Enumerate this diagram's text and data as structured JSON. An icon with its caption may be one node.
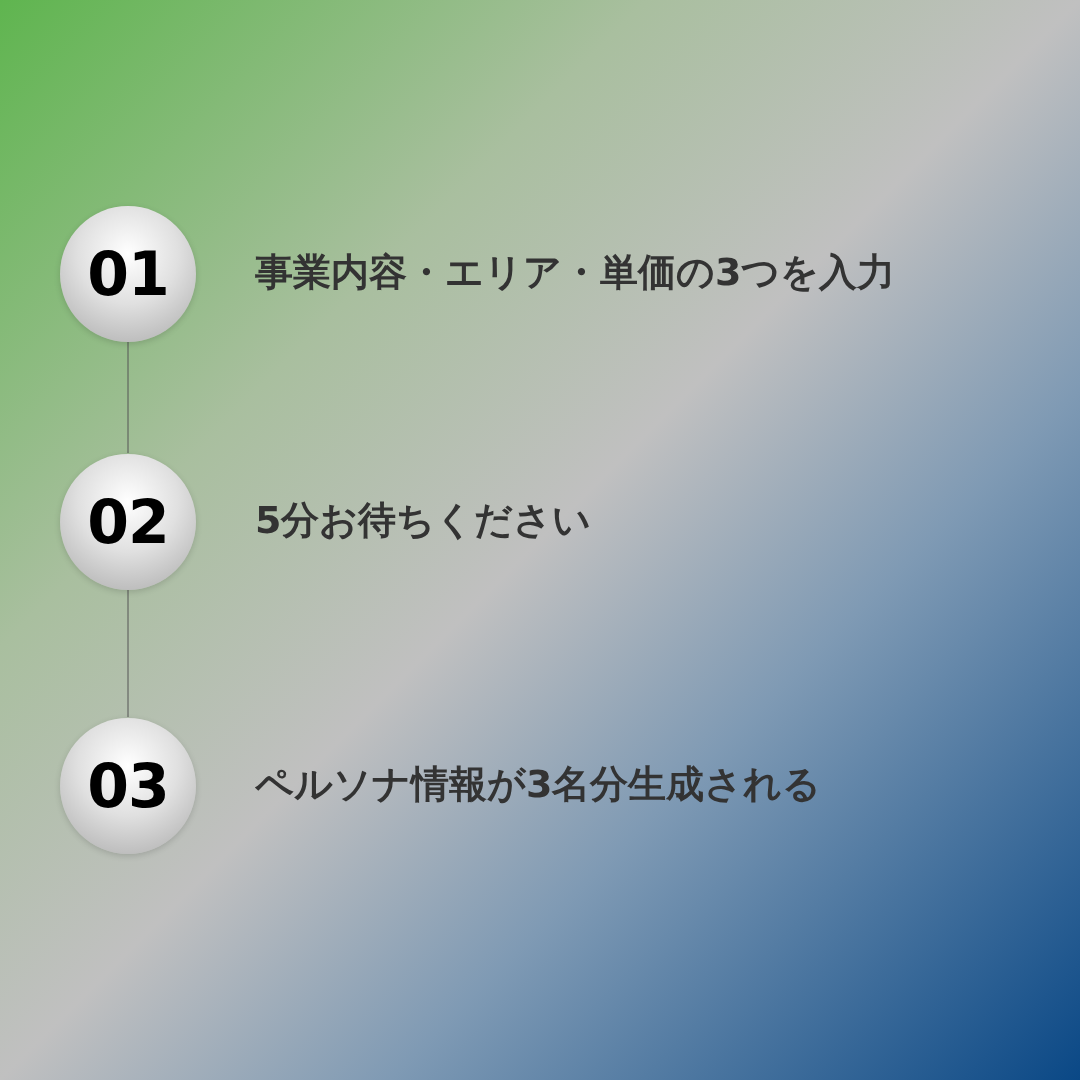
{
  "diagram": {
    "nodes": [
      {
        "text": [
          "01"
        ],
        "beside": [
          "事業内容・エリア・単価の3つを入力"
        ]
      },
      {
        "text": [
          "02"
        ],
        "beside": [
          "5分お待ちください"
        ]
      },
      {
        "text": [
          "03"
        ],
        "beside": [
          "ペルソナ情報が3名分生成される"
        ]
      }
    ],
    "edges": [
      {
        "from": 0,
        "to": 1,
        "arrow": "none"
      },
      {
        "from": 1,
        "to": 2,
        "arrow": "none"
      }
    ]
  }
}
